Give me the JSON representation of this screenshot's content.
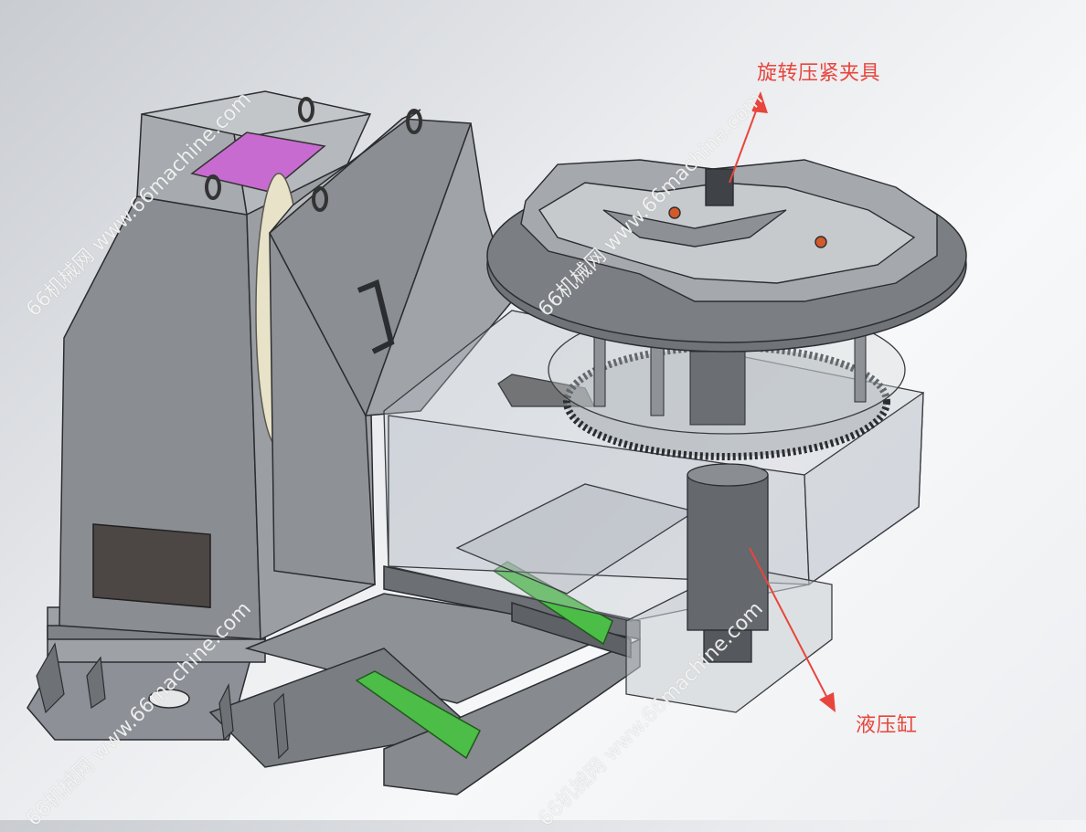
{
  "callouts": {
    "top_label": "旋转压紧夹具",
    "bottom_label": "液压缸"
  },
  "watermark": {
    "text": "66机械网 www.66machine.com",
    "color": "#ffffff"
  },
  "colors": {
    "callout": "#e8453c",
    "nameplate_top": "#c86bd1",
    "green_strip": "#4cbd46",
    "table_gray": "#707378"
  }
}
